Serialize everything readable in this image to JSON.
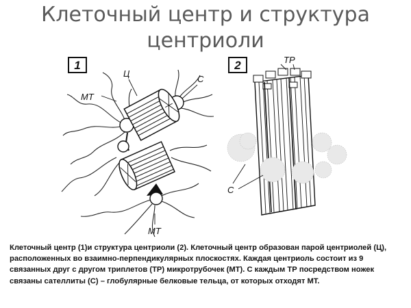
{
  "slide": {
    "title_line1": "Клеточный центр и структура",
    "title_line2": "центриоли",
    "caption": "Клеточный центр (1)и структура центриоли (2). Клеточный центр образован парой центриолей (Ц), расположенных во взаимно-перпендикулярных плоскостях. Каждая центриоль состоит из 9 связанных друг с другом триплетов (ТР) микротрубочек (МТ). С каждым ТР посредством ножек связаны  сателлиты (С) – глобулярные белковые тельца, от которых отходят МТ."
  },
  "figure1": {
    "number": "1",
    "label_c": "Ц",
    "label_s": "С",
    "label_mt_top": "МТ",
    "label_mt_bottom": "МТ"
  },
  "figure2": {
    "number": "2",
    "label_tr": "ТР",
    "label_s": "С"
  }
}
